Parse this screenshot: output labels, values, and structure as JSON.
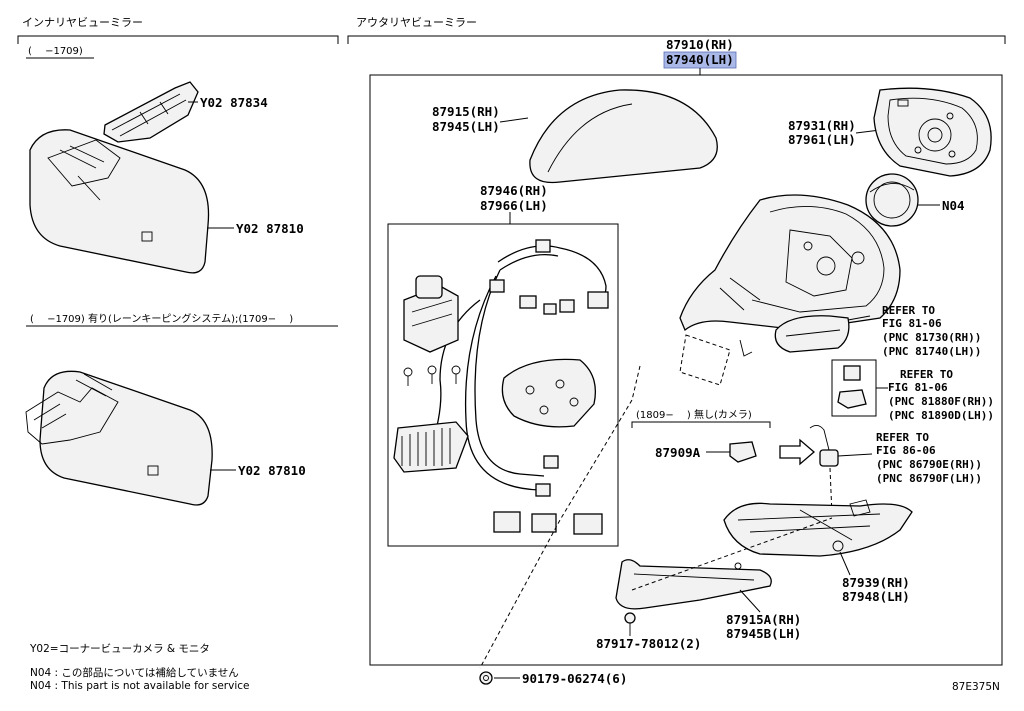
{
  "sections": {
    "inner": {
      "title": "インナリヤビューミラー",
      "cond1": "(　 −1709)",
      "cond2": "(　 −1709) 有り(レーンキーピングシステム);(1709−　 )"
    },
    "outer": {
      "title": "アウタリヤビューミラー",
      "cond_camera": "(1809−　 ) 無し(カメラ)"
    }
  },
  "parts": {
    "inner_bracket": "Y02 87834",
    "inner_mirror_1": "Y02 87810",
    "inner_mirror_2": "Y02 87810",
    "assy_rh": "87910(RH)",
    "assy_lh": "87940(LH)",
    "cover_rh": "87915(RH)",
    "cover_lh": "87945(LH)",
    "glass_rh": "87931(RH)",
    "glass_lh": "87961(LH)",
    "motor": "N04",
    "wire_rh": "87946(RH)",
    "wire_lh": "87966(LH)",
    "camera_cover": "87909A",
    "lower_rh": "87939(RH)",
    "lower_lh": "87948(LH)",
    "garnish_rh": "87915A(RH)",
    "garnish_lh": "87945B(LH)",
    "screw": "87917-78012(2)",
    "bolt": "90179-06274(6)"
  },
  "refs": [
    {
      "l1": "REFER TO",
      "l2": "FIG 81-06",
      "l3": "(PNC 81730(RH))",
      "l4": "(PNC 81740(LH))"
    },
    {
      "l1": "REFER TO",
      "l2": "FIG 81-06",
      "l3": "(PNC 81880F(RH))",
      "l4": "(PNC 81890D(LH))"
    },
    {
      "l1": "REFER TO",
      "l2": "FIG 86-06",
      "l3": "(PNC 86790E(RH))",
      "l4": "(PNC 86790F(LH))"
    }
  ],
  "notes": {
    "y02": "Y02=コーナービューカメラ & モニタ",
    "n04_jp": "N04 :  この部品については補給していません",
    "n04_en": "N04 :  This part is not available for service"
  },
  "figure_id": "87E375N",
  "colors": {
    "highlight": "#a9b8e6"
  }
}
